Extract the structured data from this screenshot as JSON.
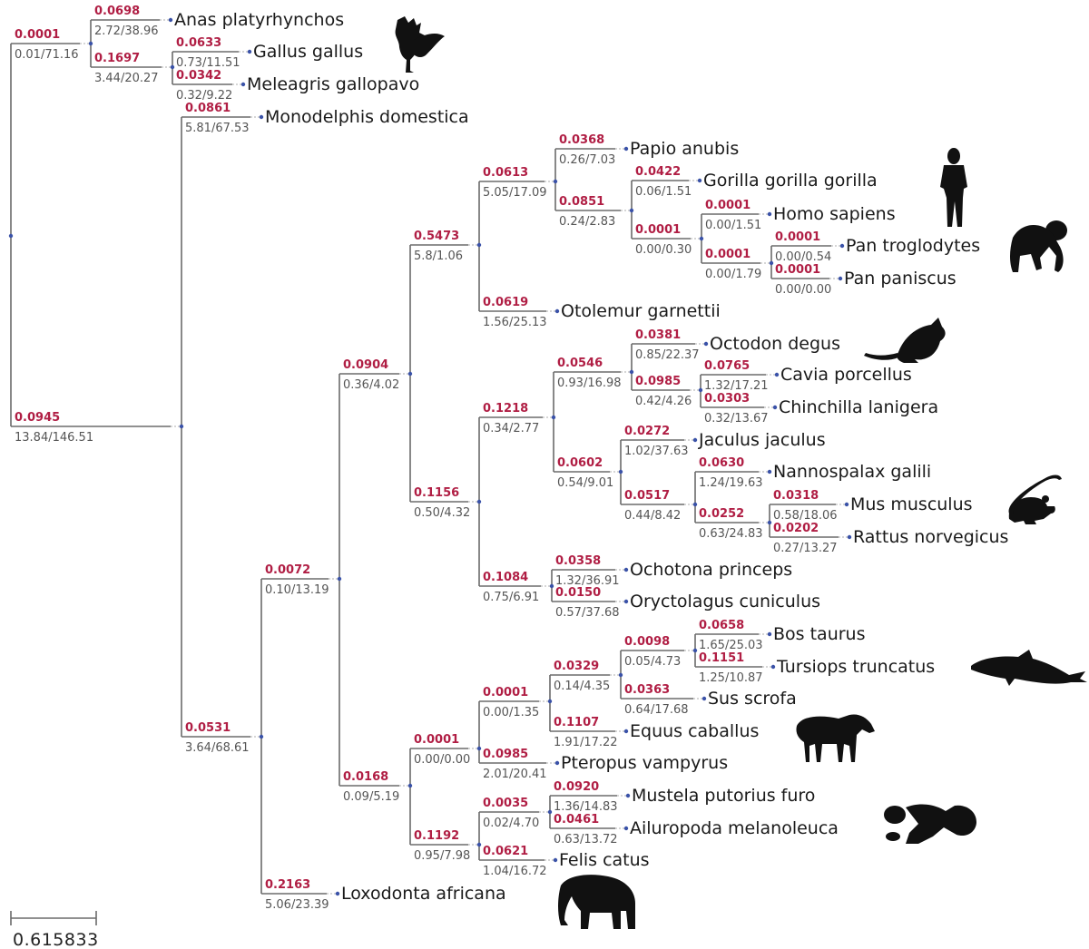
{
  "leaves": {
    "anas": "Anas platyrhynchos",
    "gallus": "Gallus gallus",
    "meleagris": "Meleagris gallopavo",
    "monodelphis": "Monodelphis domestica",
    "papio": "Papio anubis",
    "gorilla": "Gorilla gorilla gorilla",
    "homo": "Homo sapiens",
    "pantrog": "Pan troglodytes",
    "panpan": "Pan paniscus",
    "otolemur": "Otolemur garnettii",
    "octodon": "Octodon degus",
    "cavia": "Cavia porcellus",
    "chinchilla": "Chinchilla lanigera",
    "jaculus": "Jaculus jaculus",
    "nannospalax": "Nannospalax galili",
    "mus": "Mus musculus",
    "rattus": "Rattus norvegicus",
    "ochotona": "Ochotona princeps",
    "oryctolagus": "Oryctolagus cuniculus",
    "bos": "Bos taurus",
    "tursiops": "Tursiops truncatus",
    "sus": "Sus scrofa",
    "equus": "Equus caballus",
    "pteropus": "Pteropus vampyrus",
    "mustela": "Mustela putorius furo",
    "ailuropoda": "Ailuropoda melanoleuca",
    "felis": "Felis catus",
    "loxodonta": "Loxodonta africana"
  },
  "annotations": {
    "bird_root": {
      "red": "0.0001",
      "gray": "0.01/71.16"
    },
    "anas": {
      "red": "0.0698",
      "gray": "2.72/38.96"
    },
    "gal_mel": {
      "red": "0.1697",
      "gray": "3.44/20.27"
    },
    "gallus": {
      "red": "0.0633",
      "gray": "0.73/11.51"
    },
    "meleagris": {
      "red": "0.0342",
      "gray": "0.32/9.22"
    },
    "mammal_root": {
      "red": "0.0945",
      "gray": "13.84/146.51"
    },
    "monodelphis": {
      "red": "0.0861",
      "gray": "5.81/67.53"
    },
    "eutheria": {
      "red": "0.0531",
      "gray": "3.64/68.61"
    },
    "boreo_afro": {
      "red": "0.0072",
      "gray": "0.10/13.19"
    },
    "euarchontoglires": {
      "red": "0.0904",
      "gray": "0.36/4.02"
    },
    "primates": {
      "red": "0.5473",
      "gray": "5.8/1.06"
    },
    "anthropoidea": {
      "red": "0.0613",
      "gray": "5.05/17.09"
    },
    "papio": {
      "red": "0.0368",
      "gray": "0.26/7.03"
    },
    "hominidae": {
      "red": "0.0851",
      "gray": "0.24/2.83"
    },
    "gorilla": {
      "red": "0.0422",
      "gray": "0.06/1.51"
    },
    "hominini": {
      "red": "0.0001",
      "gray": "0.00/0.30"
    },
    "homo": {
      "red": "0.0001",
      "gray": "0.00/1.51"
    },
    "pan": {
      "red": "0.0001",
      "gray": "0.00/1.79"
    },
    "pantrog": {
      "red": "0.0001",
      "gray": "0.00/0.54"
    },
    "panpan": {
      "red": "0.0001",
      "gray": "0.00/0.00"
    },
    "otolemur": {
      "red": "0.0619",
      "gray": "1.56/25.13"
    },
    "mid_glires": {
      "red": "0.1218",
      "gray": "0.34/2.77"
    },
    "glires": {
      "red": "0.1156",
      "gray": "0.50/4.32"
    },
    "rodentia": {
      "red": "0.1218",
      "gray": "0.34/2.77"
    },
    "hystricomorpha": {
      "red": "0.0546",
      "gray": "0.93/16.98"
    },
    "octodon": {
      "red": "0.0381",
      "gray": "0.85/22.37"
    },
    "cav_chin": {
      "red": "0.0985",
      "gray": "0.42/4.26"
    },
    "cavia": {
      "red": "0.0765",
      "gray": "1.32/17.21"
    },
    "chinchilla": {
      "red": "0.0303",
      "gray": "0.32/13.67"
    },
    "myomorpha": {
      "red": "0.0602",
      "gray": "0.54/9.01"
    },
    "jaculus": {
      "red": "0.0272",
      "gray": "1.02/37.63"
    },
    "muroidea": {
      "red": "0.0517",
      "gray": "0.44/8.42"
    },
    "nannospalax": {
      "red": "0.0630",
      "gray": "1.24/19.63"
    },
    "murinae": {
      "red": "0.0252",
      "gray": "0.63/24.83"
    },
    "mus": {
      "red": "0.0318",
      "gray": "0.58/18.06"
    },
    "rattus": {
      "red": "0.0202",
      "gray": "0.27/13.27"
    },
    "lagomorpha": {
      "red": "0.1084",
      "gray": "0.75/6.91"
    },
    "ochotona": {
      "red": "0.0358",
      "gray": "1.32/36.91"
    },
    "oryctolagus": {
      "red": "0.0150",
      "gray": "0.57/37.68"
    },
    "laurasiatheria": {
      "red": "0.0168",
      "gray": "0.09/5.19"
    },
    "scrotifera": {
      "red": "0.0001",
      "gray": "0.00/0.00"
    },
    "fereuungulata": {
      "red": "0.0001",
      "gray": "0.00/1.35"
    },
    "cetartiodactyla": {
      "red": "0.0329",
      "gray": "0.14/4.35"
    },
    "cetruminantia": {
      "red": "0.0098",
      "gray": "0.05/4.73"
    },
    "bos": {
      "red": "0.0658",
      "gray": "1.65/25.03"
    },
    "tursiops": {
      "red": "0.1151",
      "gray": "1.25/10.87"
    },
    "sus": {
      "red": "0.0363",
      "gray": "0.64/17.68"
    },
    "equus": {
      "red": "0.1107",
      "gray": "1.91/17.22"
    },
    "pteropus": {
      "red": "0.0985",
      "gray": "2.01/20.41"
    },
    "carnivora": {
      "red": "0.1192",
      "gray": "0.95/7.98"
    },
    "caniformia": {
      "red": "0.0035",
      "gray": "0.02/4.70"
    },
    "mustela": {
      "red": "0.0920",
      "gray": "1.36/14.83"
    },
    "ailuropoda": {
      "red": "0.0461",
      "gray": "0.63/13.72"
    },
    "felis": {
      "red": "0.0621",
      "gray": "1.04/16.72"
    },
    "loxodonta": {
      "red": "0.2163",
      "gray": "5.06/23.39"
    }
  },
  "scale_bar": {
    "label": "0.615833"
  },
  "silhouettes": [
    "rooster-icon",
    "human-icon",
    "chimpanzee-icon",
    "degu-icon",
    "mouse-icon",
    "dolphin-icon",
    "horse-icon",
    "panda-icon",
    "elephant-icon"
  ],
  "colors": {
    "support_value": "#b01e44",
    "length_value": "#555555",
    "node": "#3a52a8",
    "branch": "#6b6b6b"
  }
}
